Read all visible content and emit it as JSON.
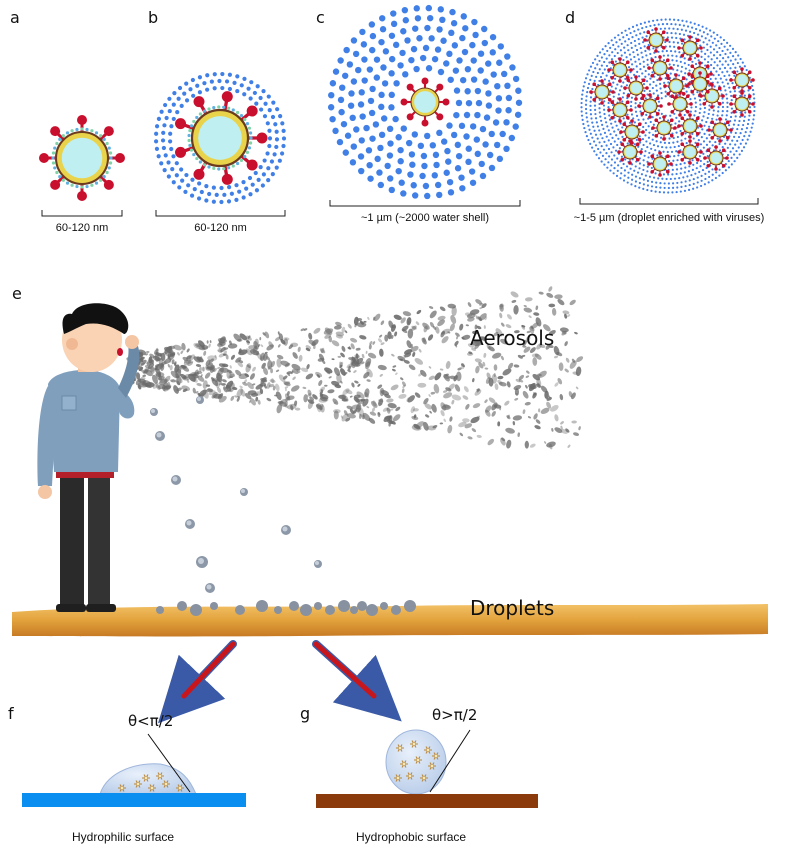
{
  "panels": {
    "a": {
      "label": "a",
      "caption": "60-120 nm"
    },
    "b": {
      "label": "b",
      "caption": "60-120 nm"
    },
    "c": {
      "label": "c",
      "caption": "~1 µm (~2000 water shell)"
    },
    "d": {
      "label": "d",
      "caption": "~1-5 µm (droplet enriched with viruses)"
    },
    "e": {
      "label": "e",
      "aerosols_label": "Aerosols",
      "droplets_label": "Droplets"
    },
    "f": {
      "label": "f",
      "angle_label": "θ<π/2",
      "surface_label": "Hydrophilic surface"
    },
    "g": {
      "label": "g",
      "angle_label": "θ>π/2",
      "surface_label": "Hydrophobic surface"
    }
  },
  "colors": {
    "water_dot": "#3f7fe6",
    "virus_core": "#bfeff0",
    "spike": "#c8102e",
    "membrane": "#6b3a1f",
    "ground": "#e2a23c",
    "hydrophilic": "#0a8ff0",
    "hydrophobic": "#8b3a0c",
    "arrow": "#c8161d"
  }
}
